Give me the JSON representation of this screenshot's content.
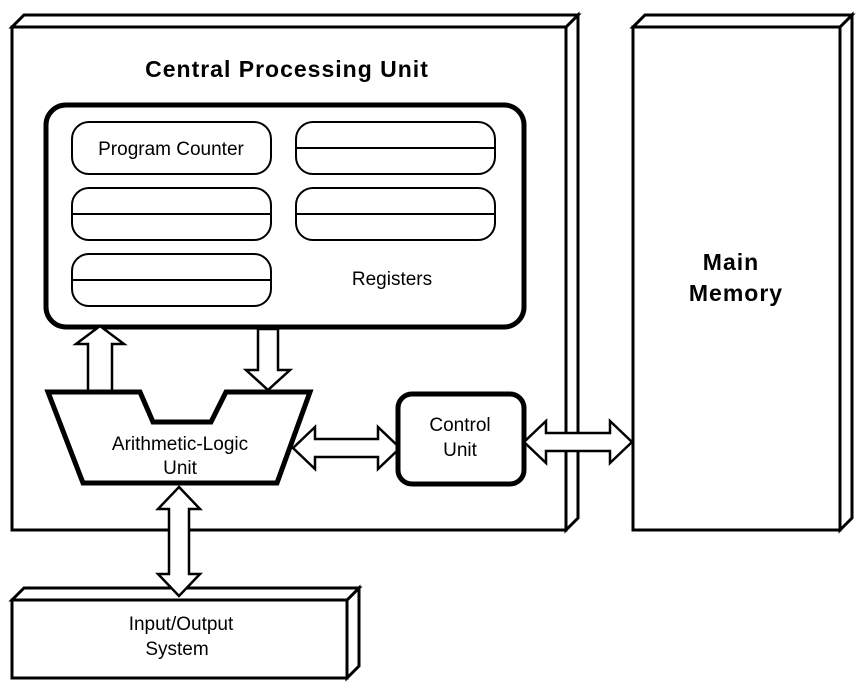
{
  "cpu": {
    "title": "Central Processing Unit"
  },
  "registers": {
    "program_counter_label": "Program Counter",
    "caption": "Registers"
  },
  "alu": {
    "line1": "Arithmetic-Logic",
    "line2": "Unit"
  },
  "control_unit": {
    "line1": "Control",
    "line2": "Unit"
  },
  "main_memory": {
    "line1": "Main",
    "line2": "Memory"
  },
  "io_system": {
    "line1": "Input/Output",
    "line2": "System"
  },
  "colors": {
    "stroke": "#000000",
    "fill": "#ffffff"
  }
}
